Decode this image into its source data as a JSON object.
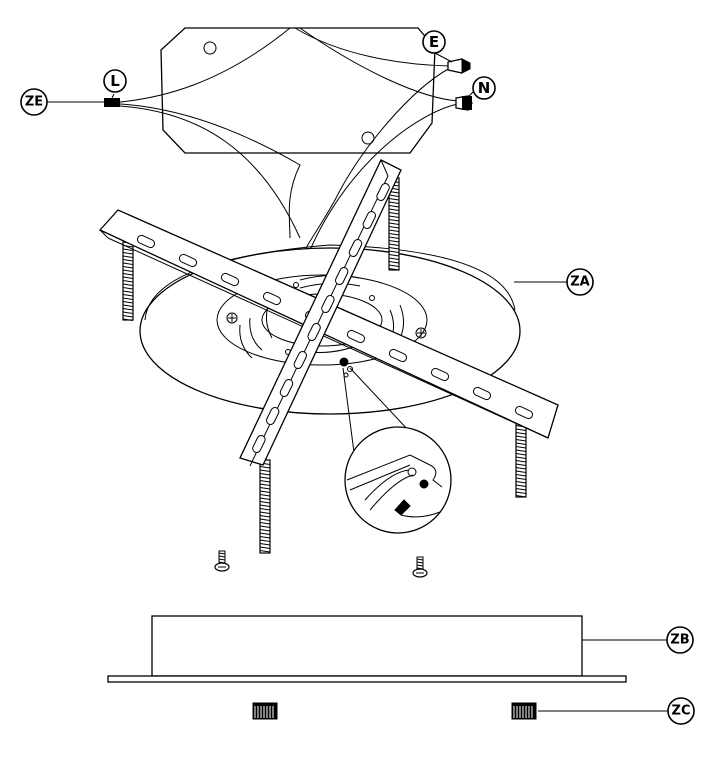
{
  "labels": {
    "live": "L",
    "earth": "E",
    "neutral": "N",
    "connector": "ZE",
    "mounting_plate": "ZA",
    "lamp_body": "ZB",
    "cap_nut": "ZC"
  }
}
